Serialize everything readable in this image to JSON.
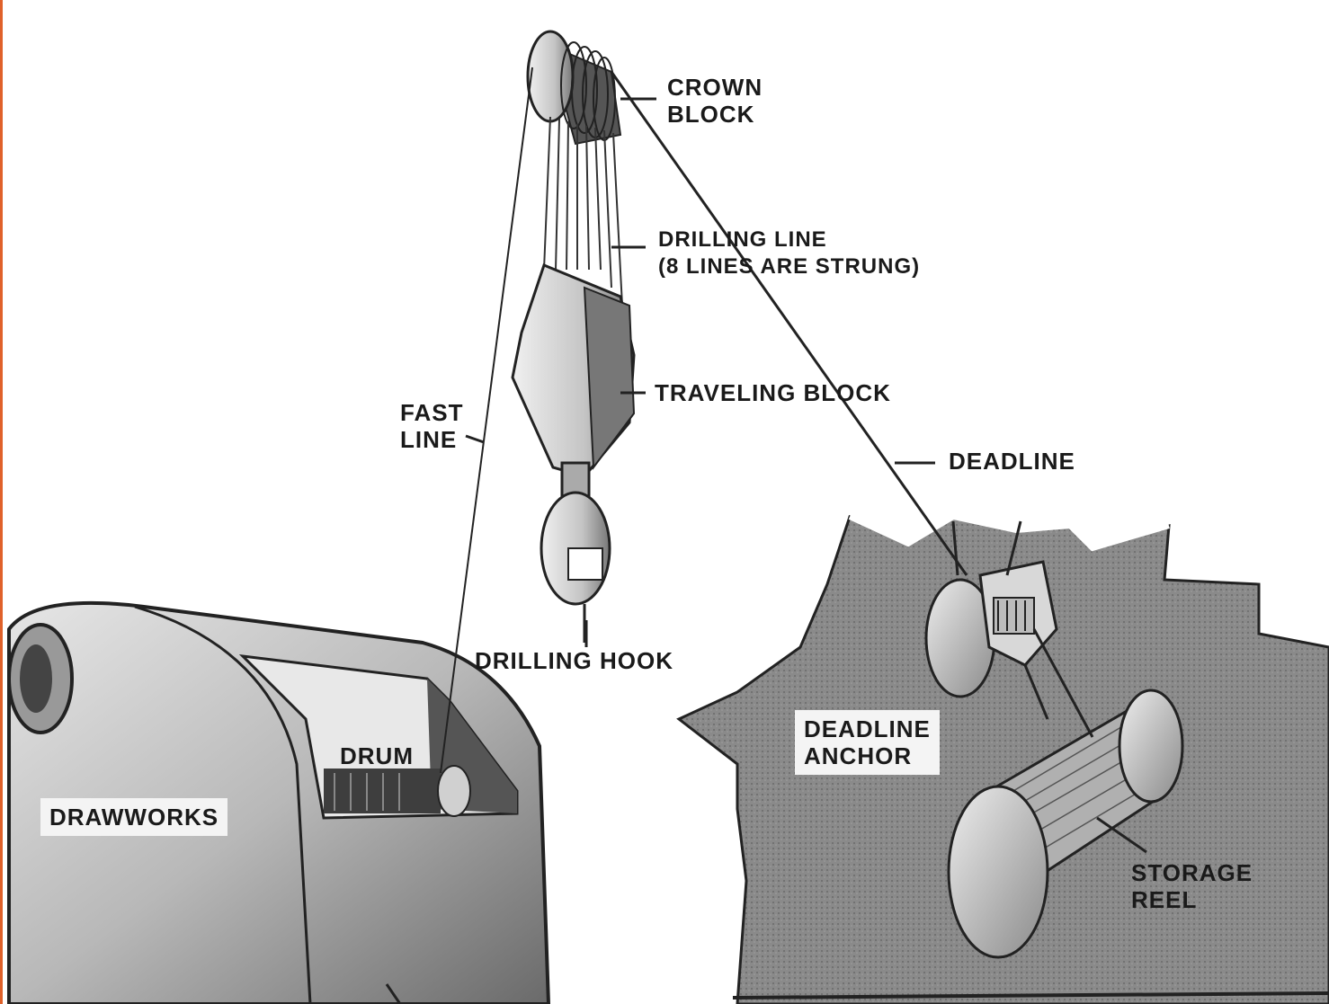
{
  "colors": {
    "accent": "#e0612a",
    "ink": "#1a1a1a",
    "paper": "#ffffff",
    "metal_light": "#cfcfcf",
    "metal_dark": "#4a4a4a",
    "ground": "#7a7a7a"
  },
  "labels": {
    "crown_block": [
      "CROWN",
      "BLOCK"
    ],
    "drilling_line": [
      "DRILLING LINE",
      "(8 LINES ARE STRUNG)"
    ],
    "traveling_block": "TRAVELING BLOCK",
    "fast_line": [
      "FAST",
      "LINE"
    ],
    "deadline": "DEADLINE",
    "drilling_hook": "DRILLING HOOK",
    "drum": "DRUM",
    "drawworks": "DRAWWORKS",
    "deadline_anchor": [
      "DEADLINE",
      "ANCHOR"
    ],
    "storage_reel": [
      "STORAGE",
      "REEL"
    ]
  }
}
